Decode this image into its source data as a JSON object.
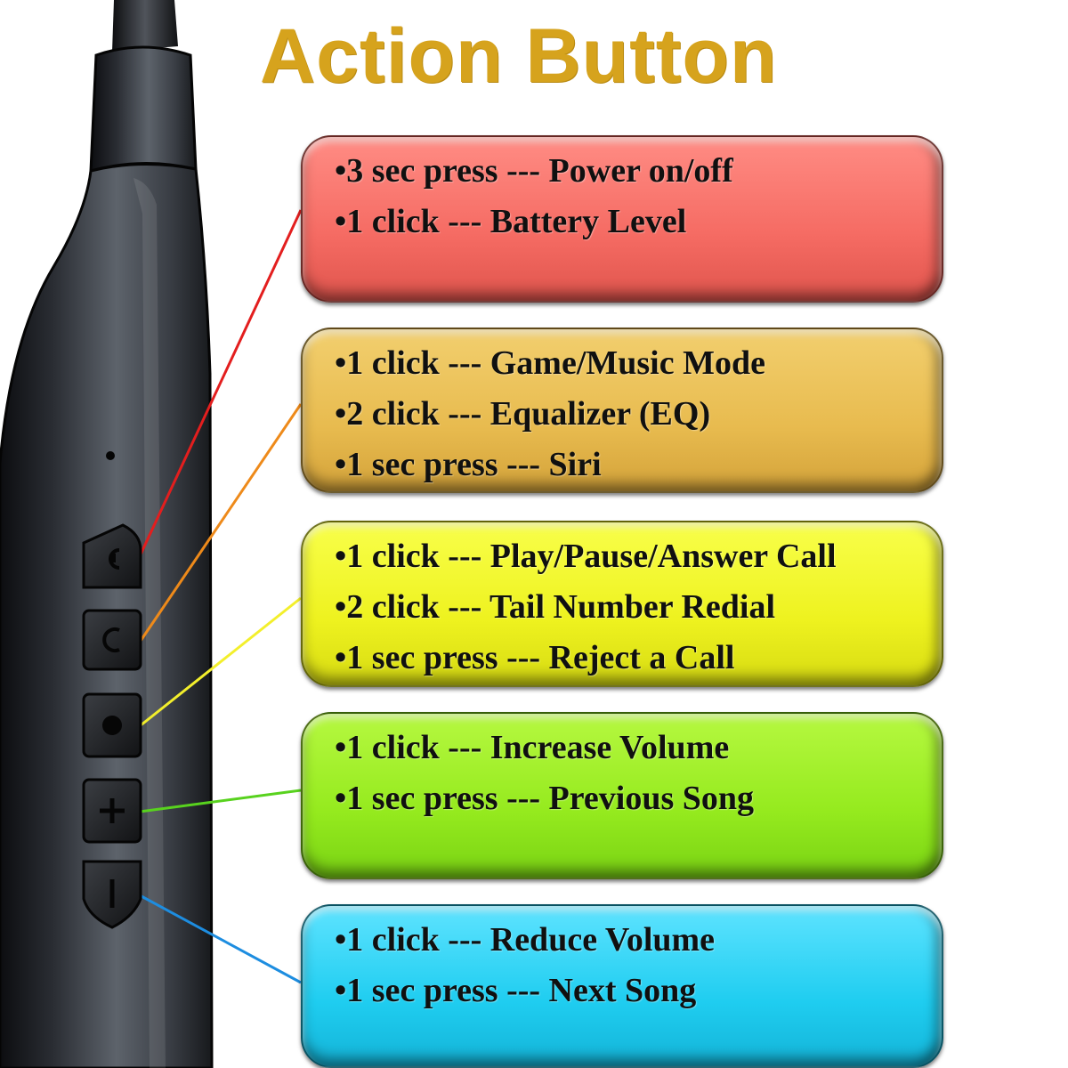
{
  "title": "Action Button",
  "colors": {
    "title": "#d6a31d",
    "red": "#f56b63",
    "orange": "#e8bb4f",
    "yellow": "#eef21f",
    "green": "#95ea1e",
    "blue": "#1fcdf0"
  },
  "device": {
    "buttons": [
      {
        "icon": "power-icon"
      },
      {
        "icon": "mode-icon"
      },
      {
        "icon": "multifunction-icon"
      },
      {
        "icon": "plus-icon"
      },
      {
        "icon": "minus-icon"
      }
    ]
  },
  "panels": {
    "red": {
      "lines": [
        "•3 sec press --- Power on/off",
        "•1 click --- Battery Level"
      ]
    },
    "orange": {
      "lines": [
        "•1 click --- Game/Music Mode",
        "•2 click --- Equalizer (EQ)",
        "•1 sec press --- Siri"
      ]
    },
    "yellow": {
      "lines": [
        "•1 click --- Play/Pause/Answer Call",
        "•2 click --- Tail Number Redial",
        "•1 sec press --- Reject a Call"
      ]
    },
    "green": {
      "lines": [
        "•1 click --- Increase Volume",
        "•1 sec press --- Previous Song"
      ]
    },
    "blue": {
      "lines": [
        "•1 click --- Reduce Volume",
        "•1 sec press --- Next Song"
      ]
    }
  }
}
